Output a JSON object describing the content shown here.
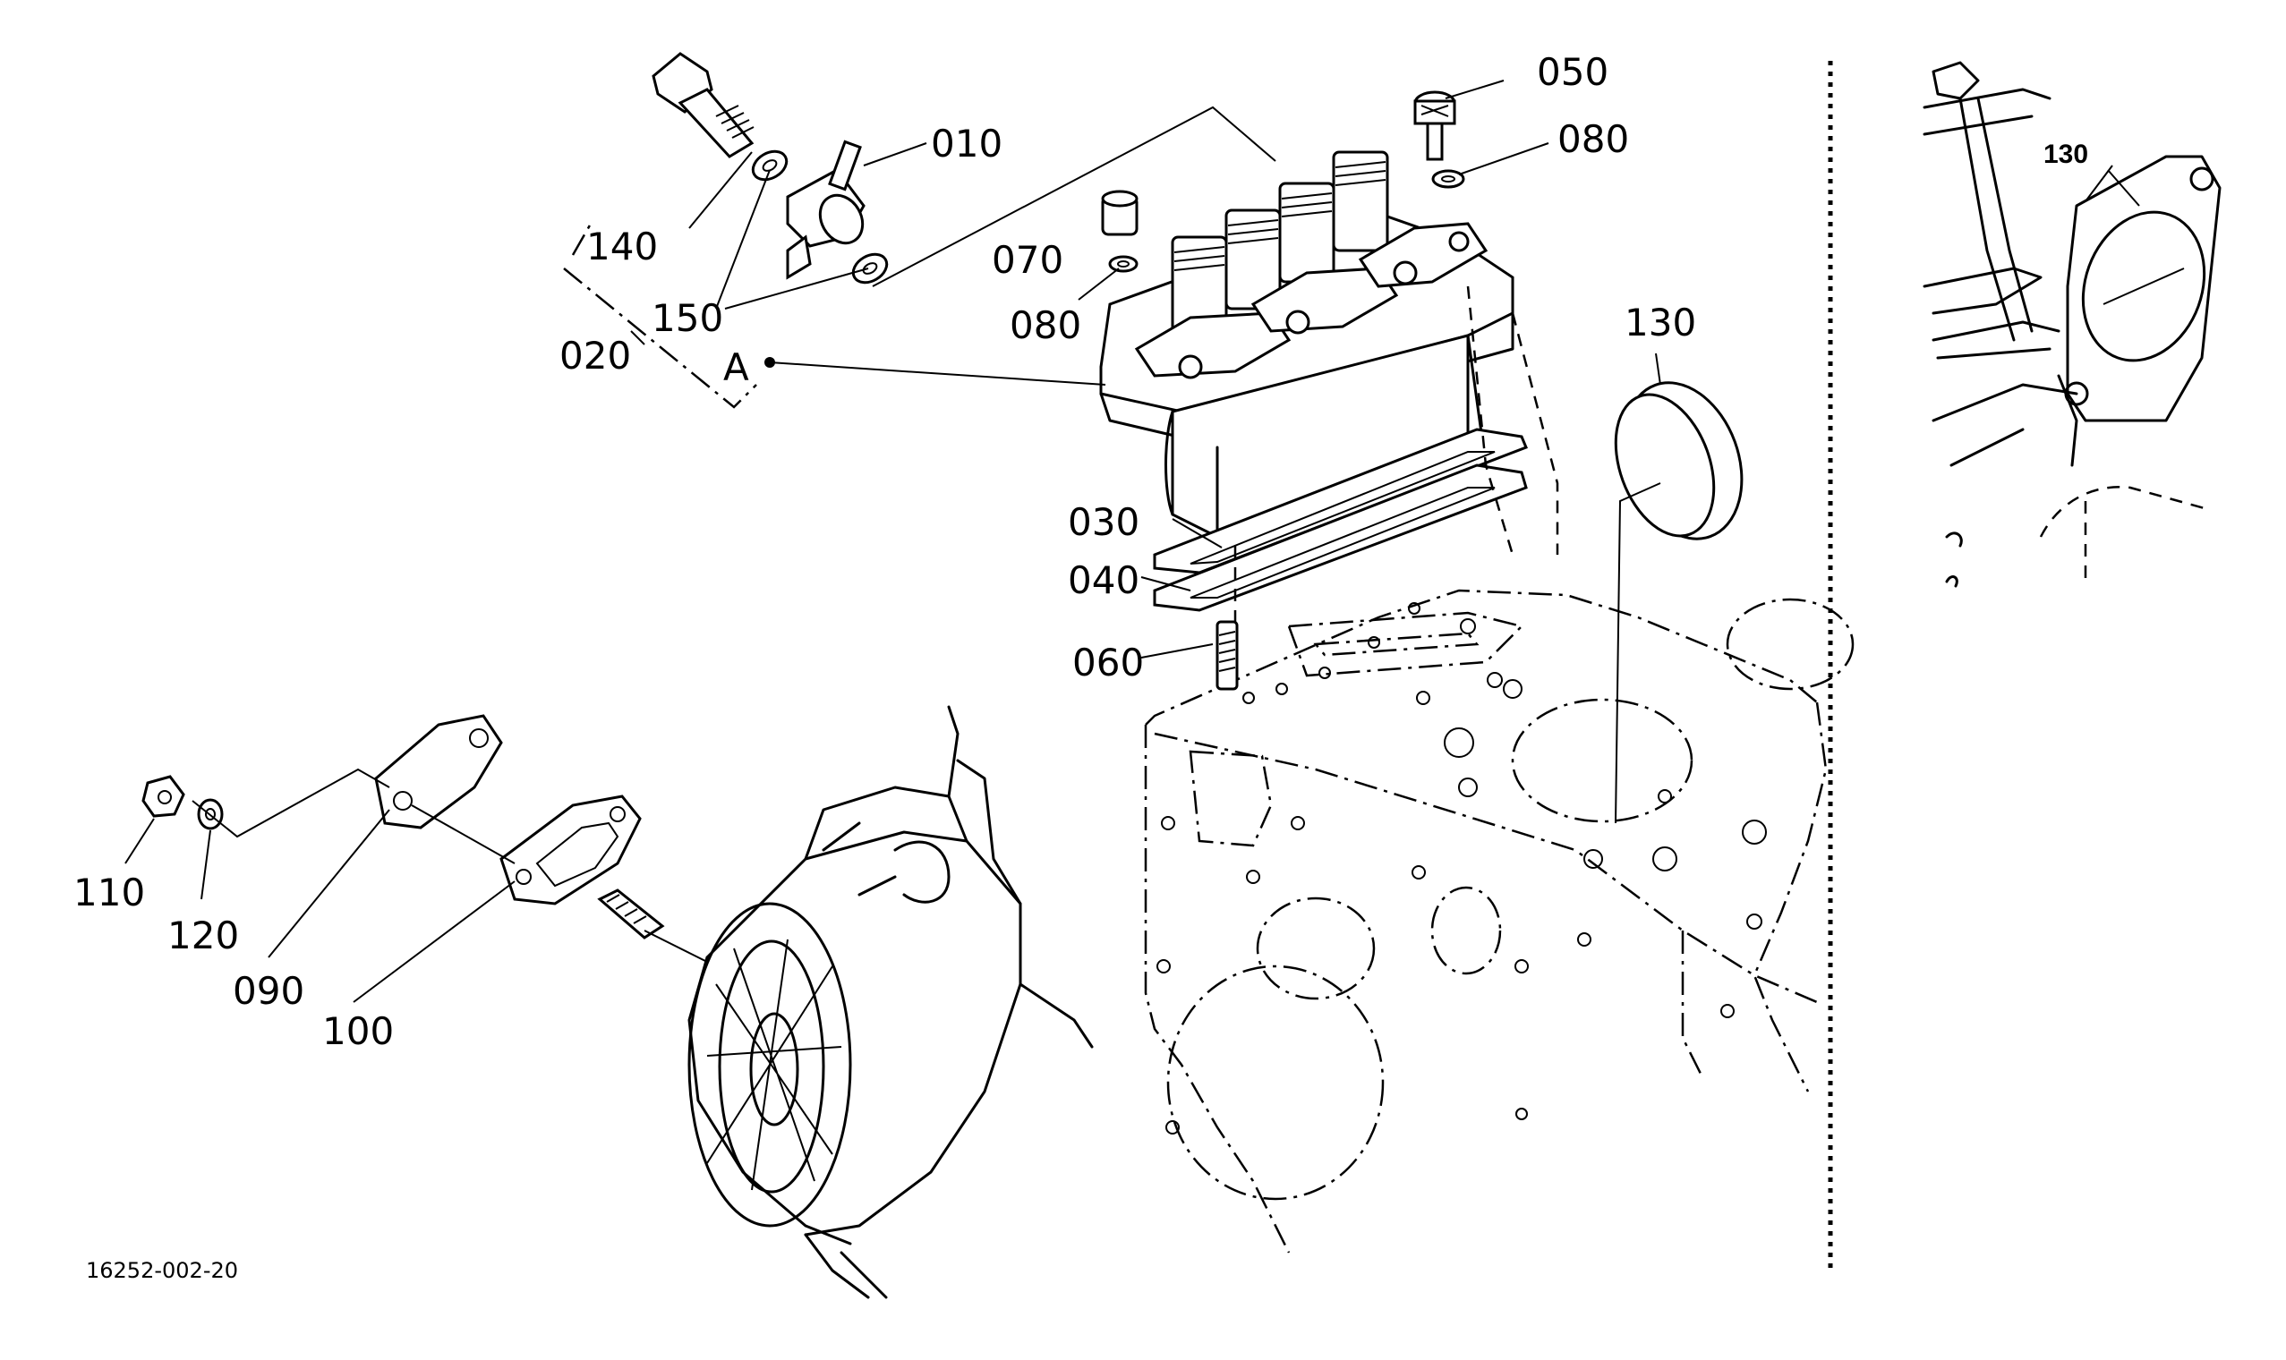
{
  "diagram": {
    "document_number": "16252-002-20",
    "callouts": {
      "c010": "010",
      "c020": "020",
      "c030": "030",
      "c040": "040",
      "c050": "050",
      "c060": "060",
      "c070": "070",
      "c080a": "080",
      "c080b": "080",
      "c090": "090",
      "c100": "100",
      "c110": "110",
      "c120": "120",
      "c130": "130",
      "c140": "140",
      "c150": "150",
      "marker_a": "A"
    },
    "detail_view": {
      "callout": "130"
    }
  }
}
